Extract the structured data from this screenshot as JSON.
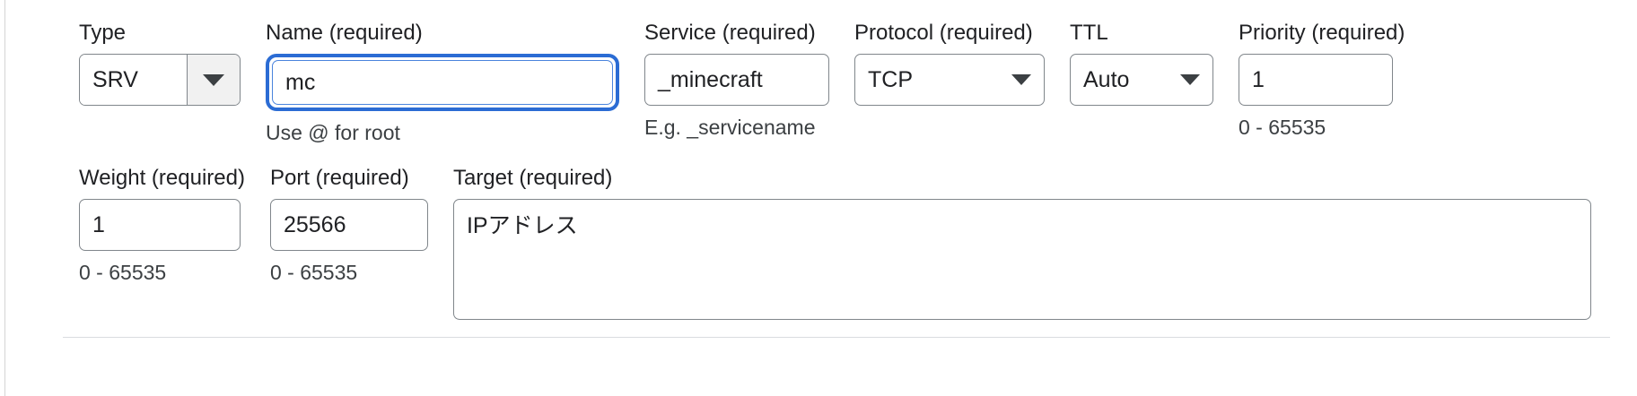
{
  "form": {
    "row1": [
      {
        "key": "type",
        "label": "Type",
        "control": "split-select",
        "value": "SRV",
        "help": ""
      },
      {
        "key": "name",
        "label": "Name (required)",
        "control": "text-focused",
        "value": "mc",
        "help": "Use @ for root"
      },
      {
        "key": "service",
        "label": "Service (required)",
        "control": "text",
        "value": "_minecraft",
        "help": "E.g. _servicename"
      },
      {
        "key": "protocol",
        "label": "Protocol (required)",
        "control": "inline-select",
        "value": "TCP",
        "help": ""
      },
      {
        "key": "ttl",
        "label": "TTL",
        "control": "inline-select",
        "value": "Auto",
        "help": ""
      },
      {
        "key": "priority",
        "label": "Priority (required)",
        "control": "text",
        "value": "1",
        "help": "0 - 65535"
      }
    ],
    "row2": [
      {
        "key": "weight",
        "label": "Weight (required)",
        "control": "text",
        "value": "1",
        "help": "0 - 65535"
      },
      {
        "key": "port",
        "label": "Port (required)",
        "control": "text",
        "value": "25566",
        "help": "0 - 65535"
      },
      {
        "key": "target",
        "label": "Target (required)",
        "control": "textarea",
        "value": "IPアドレス",
        "help": ""
      }
    ]
  },
  "icons": {
    "caret": "chevron-down-icon"
  },
  "colors": {
    "focus_ring": "#2b6cd4",
    "border": "#80868b",
    "text": "#202124",
    "button_face": "#f1f1f1",
    "divider": "#dadce0"
  }
}
